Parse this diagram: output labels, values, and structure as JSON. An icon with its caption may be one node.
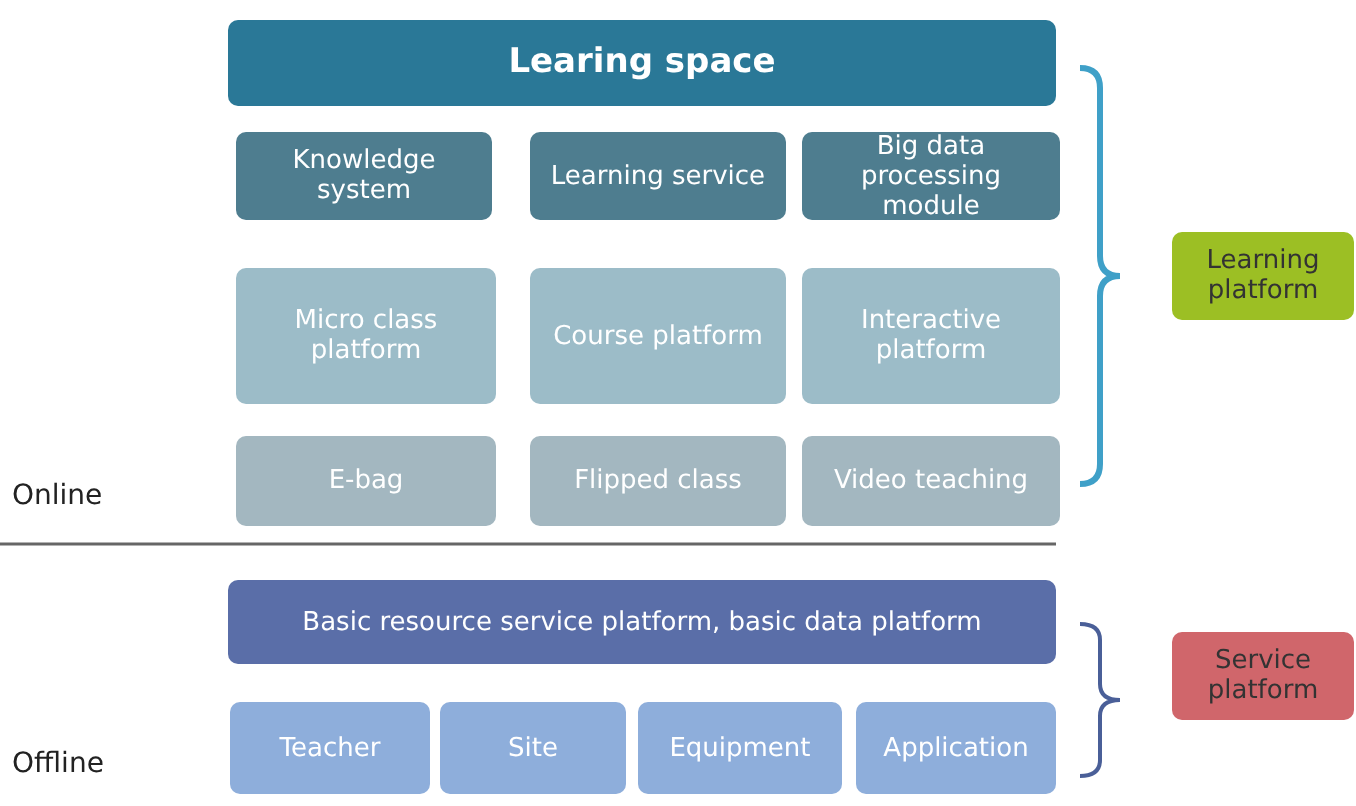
{
  "diagram": {
    "nodes": [
      {
        "text": [
          "Learing space"
        ]
      },
      {
        "text": [
          "Knowledge system"
        ]
      },
      {
        "text": [
          "Learning service"
        ]
      },
      {
        "text": [
          "Big data processing module"
        ]
      },
      {
        "text": [
          "Micro class platform"
        ]
      },
      {
        "text": [
          "Course platform"
        ]
      },
      {
        "text": [
          "Interactive platform"
        ]
      },
      {
        "text": [
          "E-bag"
        ]
      },
      {
        "text": [
          "Flipped class"
        ]
      },
      {
        "text": [
          "Video teaching"
        ]
      },
      {
        "text": [
          "Basic resource service platform, basic data platform"
        ]
      },
      {
        "text": [
          "Teacher"
        ]
      },
      {
        "text": [
          "Site"
        ]
      },
      {
        "text": [
          "Equipment"
        ]
      },
      {
        "text": [
          "Application"
        ]
      },
      {
        "text": [
          "Learning platform"
        ]
      },
      {
        "text": [
          "Service platform"
        ]
      }
    ],
    "edges": [],
    "labels": [
      "Online",
      "Offline"
    ]
  }
}
